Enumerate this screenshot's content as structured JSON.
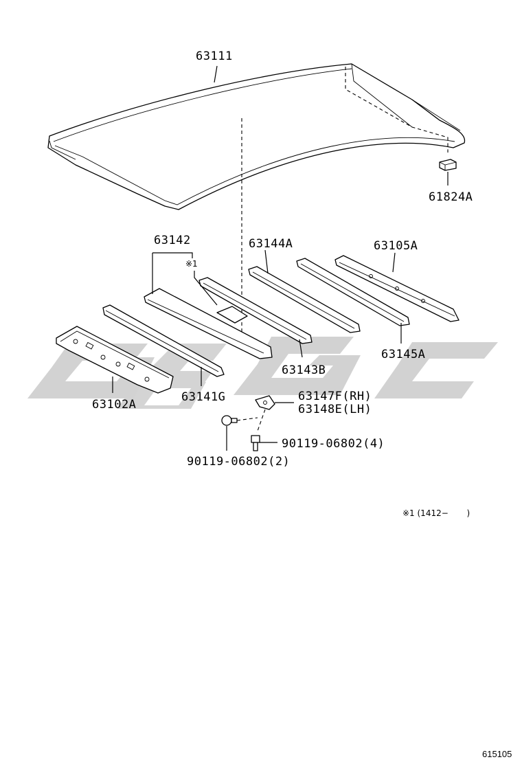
{
  "diagram": {
    "parts": {
      "roof_panel": "63111",
      "roof_drip_pad": "61824A",
      "roof_panel_reinforcement_assy": "63142",
      "note_marker": "※1",
      "front_header_panel": "63102A",
      "reinforcement_no1": "63141G",
      "reinforcement_no2": "63143B",
      "reinforcement_no3": "63144A",
      "reinforcement_no4": "63145A",
      "rear_header_panel": "63105A",
      "bracket_rh": "63147F(RH)",
      "bracket_lh": "63148E(LH)",
      "bolt_a": "90119-06802(4)",
      "bolt_b": "90119-06802(2)"
    },
    "footnote": "※1 (1412−       )",
    "diagram_id": "615105",
    "watermark_color": "#d2d2d2"
  }
}
